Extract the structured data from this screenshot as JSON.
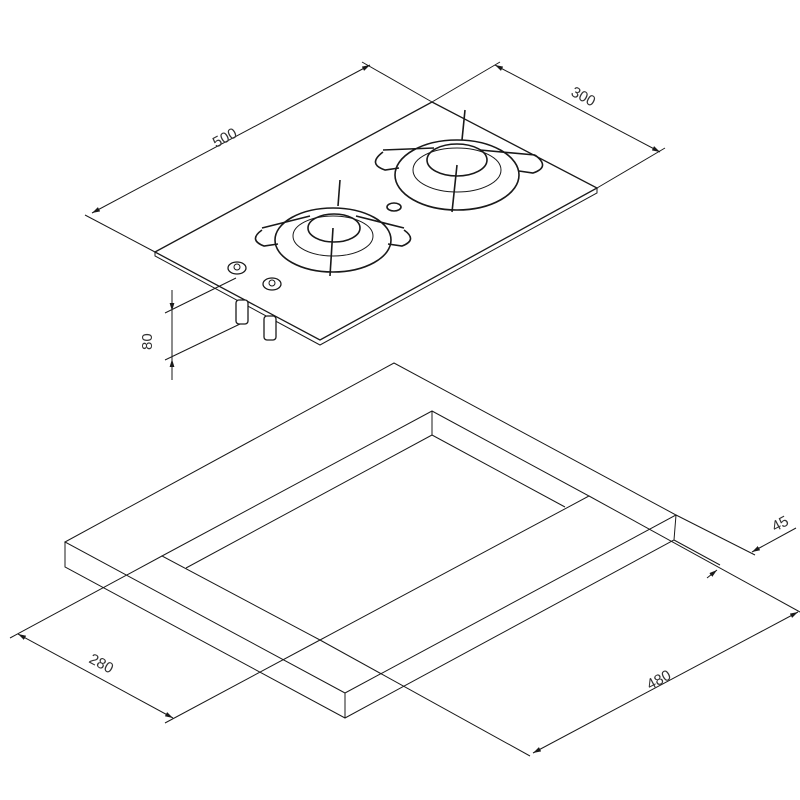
{
  "drawing": {
    "title": "Two-burner gas hob installation diagram",
    "dimensions": {
      "hob_width": "500",
      "hob_depth": "300",
      "hob_height_below": "80",
      "cutout_depth": "280",
      "cutout_width": "480",
      "min_clearance": "45"
    },
    "line_color": "#1a1a1a",
    "background": "#ffffff"
  }
}
